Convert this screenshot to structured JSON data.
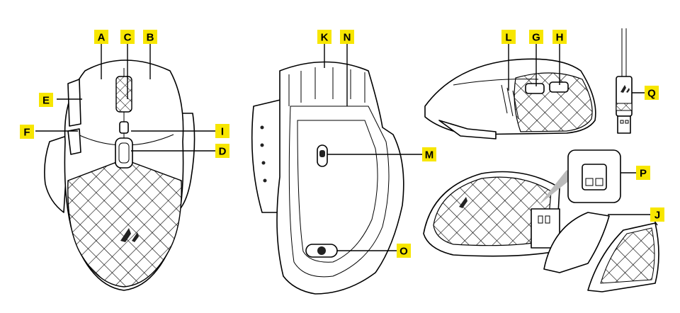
{
  "labels": {
    "A": "A",
    "B": "B",
    "C": "C",
    "D": "D",
    "E": "E",
    "F": "F",
    "G": "G",
    "H": "H",
    "I": "I",
    "J": "J",
    "K": "K",
    "L": "L",
    "M": "M",
    "N": "N",
    "O": "O",
    "P": "P",
    "Q": "Q"
  },
  "colors": {
    "label_bg": "#f7e600",
    "line": "#000000",
    "background": "#ffffff"
  },
  "views": [
    "top-view",
    "bottom-view",
    "side-view",
    "cable-connector",
    "grip-assembly-view",
    "usb-dongle"
  ]
}
